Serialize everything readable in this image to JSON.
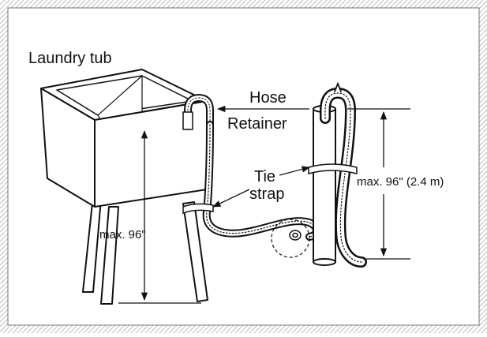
{
  "labels": {
    "laundry_tub": "Laundry tub",
    "hose_line1": "Hose",
    "hose_line2": "Retainer",
    "tie_line1": "Tie",
    "tie_line2": "strap",
    "max_left": "max. 96\"",
    "max_right": "max. 96\" (2.4 m)"
  },
  "colors": {
    "line": "#111111",
    "paper": "#ffffff",
    "border": "#8a8a8a"
  }
}
